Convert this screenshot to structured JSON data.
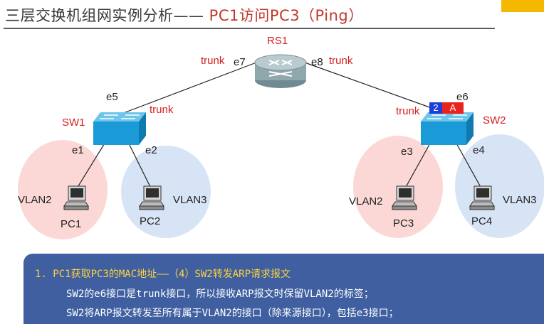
{
  "slide": {
    "title_main": "三层交换机组网实例分析——",
    "title_sub": " PC1访问PC3（Ping）"
  },
  "diagram": {
    "router": {
      "name": "RS1"
    },
    "router_ports": {
      "e7": "e7",
      "e8": "e8"
    },
    "trunk_labels": [
      "trunk",
      "trunk",
      "trunk",
      "trunk"
    ],
    "switches": [
      {
        "name": "SW1",
        "uplink": "e5",
        "ports": [
          "e1",
          "e2"
        ]
      },
      {
        "name": "SW2",
        "uplink": "e6",
        "ports": [
          "e3",
          "e4"
        ]
      }
    ],
    "vlan_tag": {
      "vlan": "2",
      "letter": "A"
    },
    "pcs": [
      {
        "name": "PC1",
        "vlan": "VLAN2"
      },
      {
        "name": "PC2",
        "vlan": "VLAN3"
      },
      {
        "name": "PC3",
        "vlan": "VLAN2"
      },
      {
        "name": "PC4",
        "vlan": "VLAN3"
      }
    ],
    "colors": {
      "vlan2_zone": "#fbd8d6",
      "vlan3_zone": "#d6e4f5",
      "device": "#1a9ad6",
      "router": "#8fa7ad",
      "label_red": "#d62020"
    }
  },
  "notes": {
    "line1": "1. PC1获取PC3的MAC地址——（4）SW2转发ARP请求报文",
    "line2": "SW2的e6接口是trunk接口，所以接收ARP报文时保留VLAN2的标签；",
    "line3": "SW2将ARP报文转发至所有属于VLAN2的接口（除来源接口），包括e3接口；"
  }
}
